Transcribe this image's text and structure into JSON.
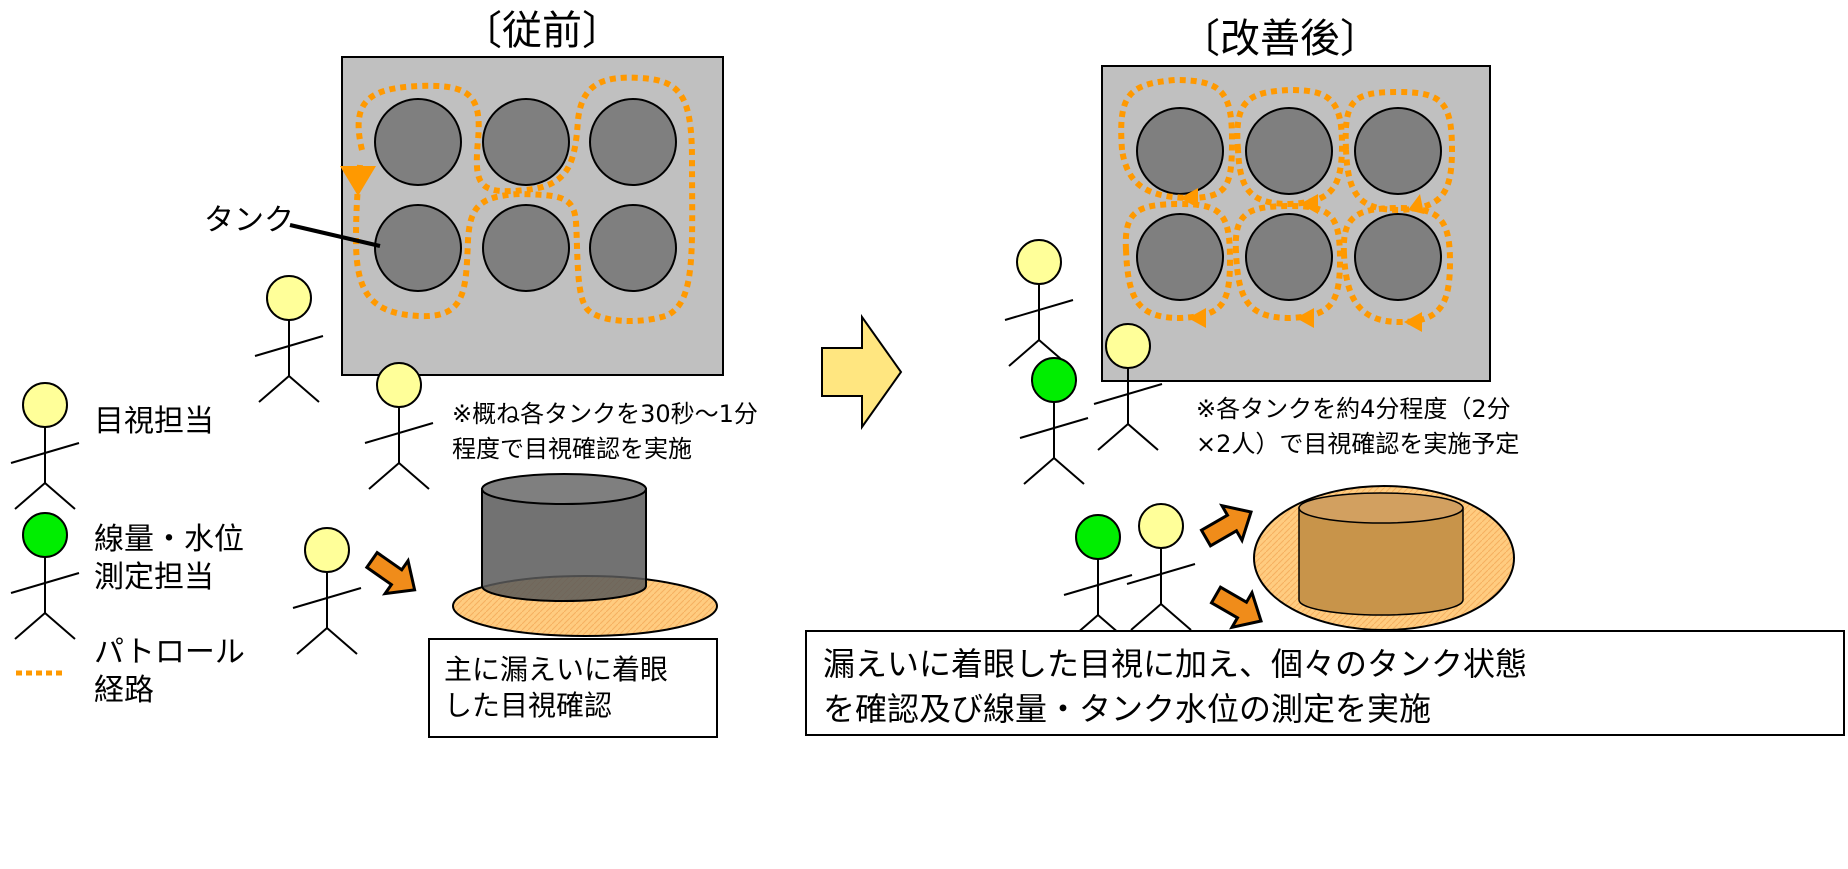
{
  "before": {
    "heading": "〔従前〕",
    "tank_label": "タンク",
    "note": "※概ね各タンクを30秒～1分\n程度で目視確認を実施",
    "caption": "主に漏えいに着眼\nした目視確認"
  },
  "after": {
    "heading": "〔改善後〕",
    "note": "※各タンクを約4分程度（2分\n×2人）で目視確認を実施予定",
    "caption": "漏えいに着眼した目視に加え、個々のタンク状態\nを確認及び線量・タンク水位の測定を実施"
  },
  "legend": {
    "visual": "目視担当",
    "measure": "線量・水位\n測定担当",
    "route": "パトロール\n経路"
  },
  "colors": {
    "tank_area": "#c0c0c0",
    "tank": "#7f7f7f",
    "route": "#ff9900",
    "visual_person": "#ffff99",
    "measure_person": "#00ee00",
    "arrow_big": "#ffe680",
    "leak_zone": "#ffcc80"
  }
}
